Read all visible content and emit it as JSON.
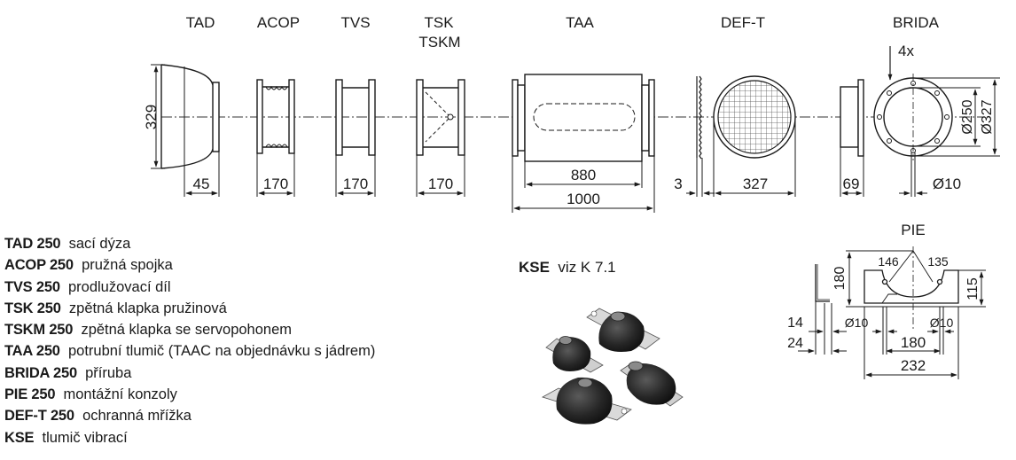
{
  "headers": {
    "tad": "TAD",
    "acop": "ACOP",
    "tvs": "TVS",
    "tsk": "TSK",
    "tskm": "TSKM",
    "taa": "TAA",
    "deft": "DEF-T",
    "brida": "BRIDA"
  },
  "dims": {
    "h329": "329",
    "tad": "45",
    "acop": "170",
    "tvs": "170",
    "tsk": "170",
    "taa_inner": "880",
    "taa_total": "1000",
    "deft_thick": "3",
    "deft_dia": "327",
    "brida_len": "69",
    "brida_hole": "Ø10",
    "brida_d250": "Ø250",
    "brida_d327": "Ø327",
    "brida_count": "4x"
  },
  "pie": {
    "title": "PIE",
    "h180": "180",
    "a146": "146",
    "a135": "135",
    "h115": "115",
    "d14": "14",
    "d24": "24",
    "hole_left": "Ø10",
    "hole_right": "Ø10",
    "w180": "180",
    "w232": "232"
  },
  "legend": [
    {
      "code": "TAD 250",
      "desc": "sací dýza"
    },
    {
      "code": "ACOP 250",
      "desc": "pružná spojka"
    },
    {
      "code": "TVS 250",
      "desc": "prodlužovací díl"
    },
    {
      "code": "TSK 250",
      "desc": "zpětná klapka pružinová"
    },
    {
      "code": "TSKM 250",
      "desc": "zpětná klapka se servopohonem"
    },
    {
      "code": "TAA 250",
      "desc": "potrubní tlumič (TAAC na objednávku s jádrem)"
    },
    {
      "code": "BRIDA 250",
      "desc": "příruba"
    },
    {
      "code": "PIE 250",
      "desc": "montážní konzoly"
    },
    {
      "code": "DEF-T 250",
      "desc": "ochranná mřížka"
    },
    {
      "code": "KSE",
      "desc": "tlumič vibrací"
    }
  ],
  "kse": {
    "code": "KSE",
    "text": "viz K 7.1"
  }
}
